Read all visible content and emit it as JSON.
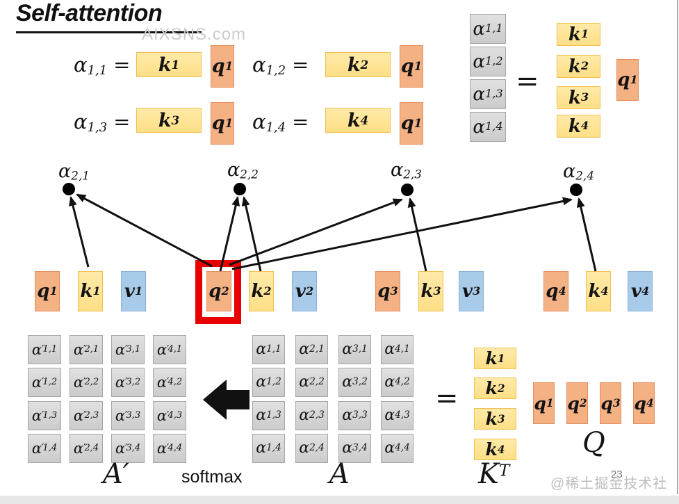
{
  "slide": {
    "title": "Self-attention",
    "watermark_top": "AIXSNS.com",
    "watermark_footer": "@稀土掘金技术社区",
    "page_number": "23"
  },
  "colors": {
    "k_fill": "#FFE495",
    "k_border": "#F0C050",
    "q_fill": "#F4B183",
    "q_border": "#E68C5C",
    "v_fill": "#A9CBEA",
    "v_border": "#8BB0D6",
    "cell_fill": "#D5D5D5",
    "cell_border": "#A6A6A6",
    "highlight_red": "#E80000",
    "arrow_ink": "#111111",
    "watermark_gray": "#C7C7C7"
  },
  "top_equations": [
    {
      "alpha": "α",
      "sub": "1,1",
      "equals": "=",
      "k_base": "k",
      "k_sup": "1",
      "q_base": "q",
      "q_sup": "1"
    },
    {
      "alpha": "α",
      "sub": "1,2",
      "equals": "=",
      "k_base": "k",
      "k_sup": "2",
      "q_base": "q",
      "q_sup": "1"
    },
    {
      "alpha": "α",
      "sub": "1,3",
      "equals": "=",
      "k_base": "k",
      "k_sup": "3",
      "q_base": "q",
      "q_sup": "1"
    },
    {
      "alpha": "α",
      "sub": "1,4",
      "equals": "=",
      "k_base": "k",
      "k_sup": "4",
      "q_base": "q",
      "q_sup": "1"
    }
  ],
  "vector_equation": {
    "alpha_column": [
      {
        "base": "α",
        "sub": "1,1"
      },
      {
        "base": "α",
        "sub": "1,2"
      },
      {
        "base": "α",
        "sub": "1,3"
      },
      {
        "base": "α",
        "sub": "1,4"
      }
    ],
    "equals": "=",
    "k_column": [
      {
        "base": "k",
        "sup": "1"
      },
      {
        "base": "k",
        "sup": "2"
      },
      {
        "base": "k",
        "sup": "3"
      },
      {
        "base": "k",
        "sup": "4"
      }
    ],
    "q_box": {
      "base": "q",
      "sup": "1"
    }
  },
  "attention_graph": {
    "node_labels": [
      {
        "base": "α",
        "sub": "2,1"
      },
      {
        "base": "α",
        "sub": "2,2"
      },
      {
        "base": "α",
        "sub": "2,3"
      },
      {
        "base": "α",
        "sub": "2,4"
      }
    ],
    "tokens": [
      {
        "base": "q",
        "sup": "1",
        "type": "q"
      },
      {
        "base": "k",
        "sup": "1",
        "type": "k"
      },
      {
        "base": "v",
        "sup": "1",
        "type": "v"
      },
      {
        "base": "q",
        "sup": "2",
        "type": "q"
      },
      {
        "base": "k",
        "sup": "2",
        "type": "k"
      },
      {
        "base": "v",
        "sup": "2",
        "type": "v"
      },
      {
        "base": "q",
        "sup": "3",
        "type": "q"
      },
      {
        "base": "k",
        "sup": "3",
        "type": "k"
      },
      {
        "base": "v",
        "sup": "3",
        "type": "v"
      },
      {
        "base": "q",
        "sup": "4",
        "type": "q"
      },
      {
        "base": "k",
        "sup": "4",
        "type": "k"
      },
      {
        "base": "v",
        "sup": "4",
        "type": "v"
      }
    ],
    "highlighted_token": "q2"
  },
  "bottom_section": {
    "a_prime_matrix": {
      "label": "A′",
      "base": "α",
      "prime": "′",
      "cells": [
        "1,1",
        "2,1",
        "3,1",
        "4,1",
        "1,2",
        "2,2",
        "3,2",
        "4,2",
        "1,3",
        "2,3",
        "3,3",
        "4,3",
        "1,4",
        "2,4",
        "3,4",
        "4,4"
      ]
    },
    "softmax_label": "softmax",
    "a_matrix": {
      "label": "A",
      "base": "α",
      "cells": [
        "1,1",
        "2,1",
        "3,1",
        "4,1",
        "1,2",
        "2,2",
        "3,2",
        "4,2",
        "1,3",
        "2,3",
        "3,3",
        "4,3",
        "1,4",
        "2,4",
        "3,4",
        "4,4"
      ]
    },
    "equals": "=",
    "k_transpose": {
      "label_base": "K",
      "label_sup": "T",
      "cells": [
        {
          "base": "k",
          "sup": "1"
        },
        {
          "base": "k",
          "sup": "2"
        },
        {
          "base": "k",
          "sup": "3"
        },
        {
          "base": "k",
          "sup": "4"
        }
      ]
    },
    "q_matrix": {
      "label": "Q",
      "cells": [
        {
          "base": "q",
          "sup": "1"
        },
        {
          "base": "q",
          "sup": "2"
        },
        {
          "base": "q",
          "sup": "3"
        },
        {
          "base": "q",
          "sup": "4"
        }
      ]
    }
  }
}
